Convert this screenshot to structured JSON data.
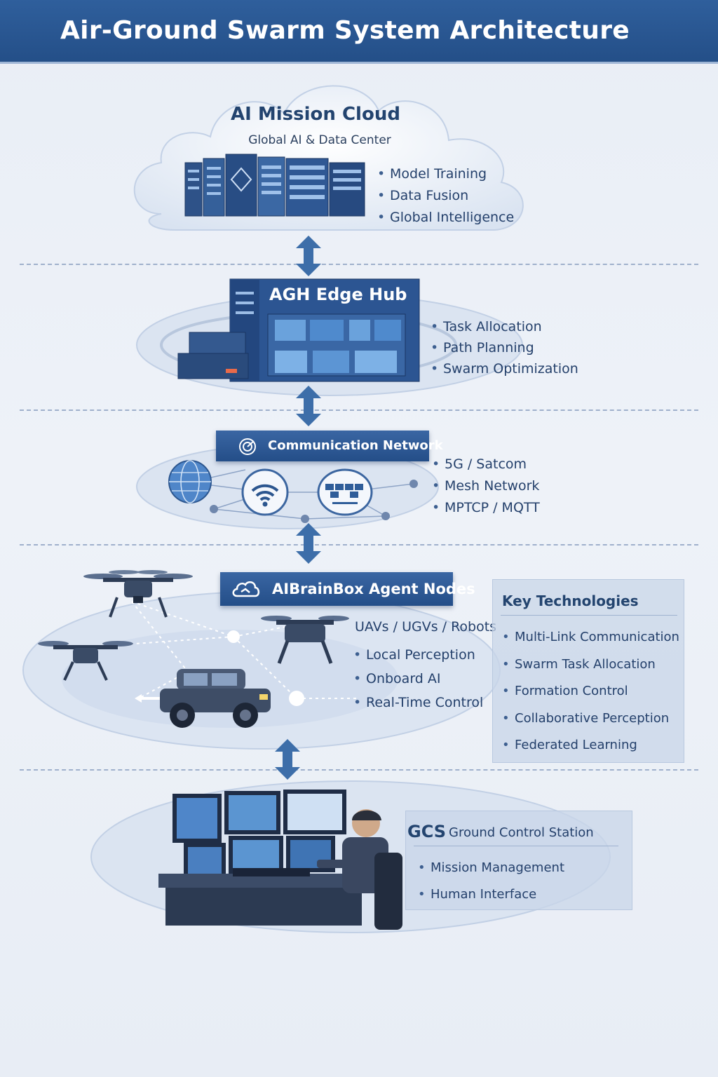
{
  "title": "Air-Ground Swarm System Architecture",
  "cloud": {
    "heading": "AI Mission Cloud",
    "subheading": "Global AI & Data Center",
    "items": [
      "Model Training",
      "Data Fusion",
      "Global Intelligence"
    ]
  },
  "edge_hub": {
    "heading": "AGH Edge Hub",
    "items": [
      "Task Allocation",
      "Path Planning",
      "Swarm Optimization"
    ]
  },
  "network": {
    "heading": "Communication Network",
    "items": [
      "5G / Satcom",
      "Mesh Network",
      "MPTCP / MQTT"
    ]
  },
  "agents": {
    "heading": "AIBrainBox Agent Nodes",
    "subheading": "UAVs / UGVs / Robots",
    "items": [
      "Local Perception",
      "Onboard AI",
      "Real-Time Control"
    ]
  },
  "key_tech": {
    "heading": "Key Technologies",
    "items": [
      "Multi-Link Communication",
      "Swarm Task Allocation",
      "Formation Control",
      "Collaborative Perception",
      "Federated Learning"
    ]
  },
  "gcs": {
    "abbr": "GCS",
    "heading": "Ground Control Station",
    "items": [
      "Mission Management",
      "Human Interface"
    ]
  },
  "colors": {
    "primary": "#2b5896",
    "accent": "#3d74b8",
    "background": "#e9eef6"
  }
}
